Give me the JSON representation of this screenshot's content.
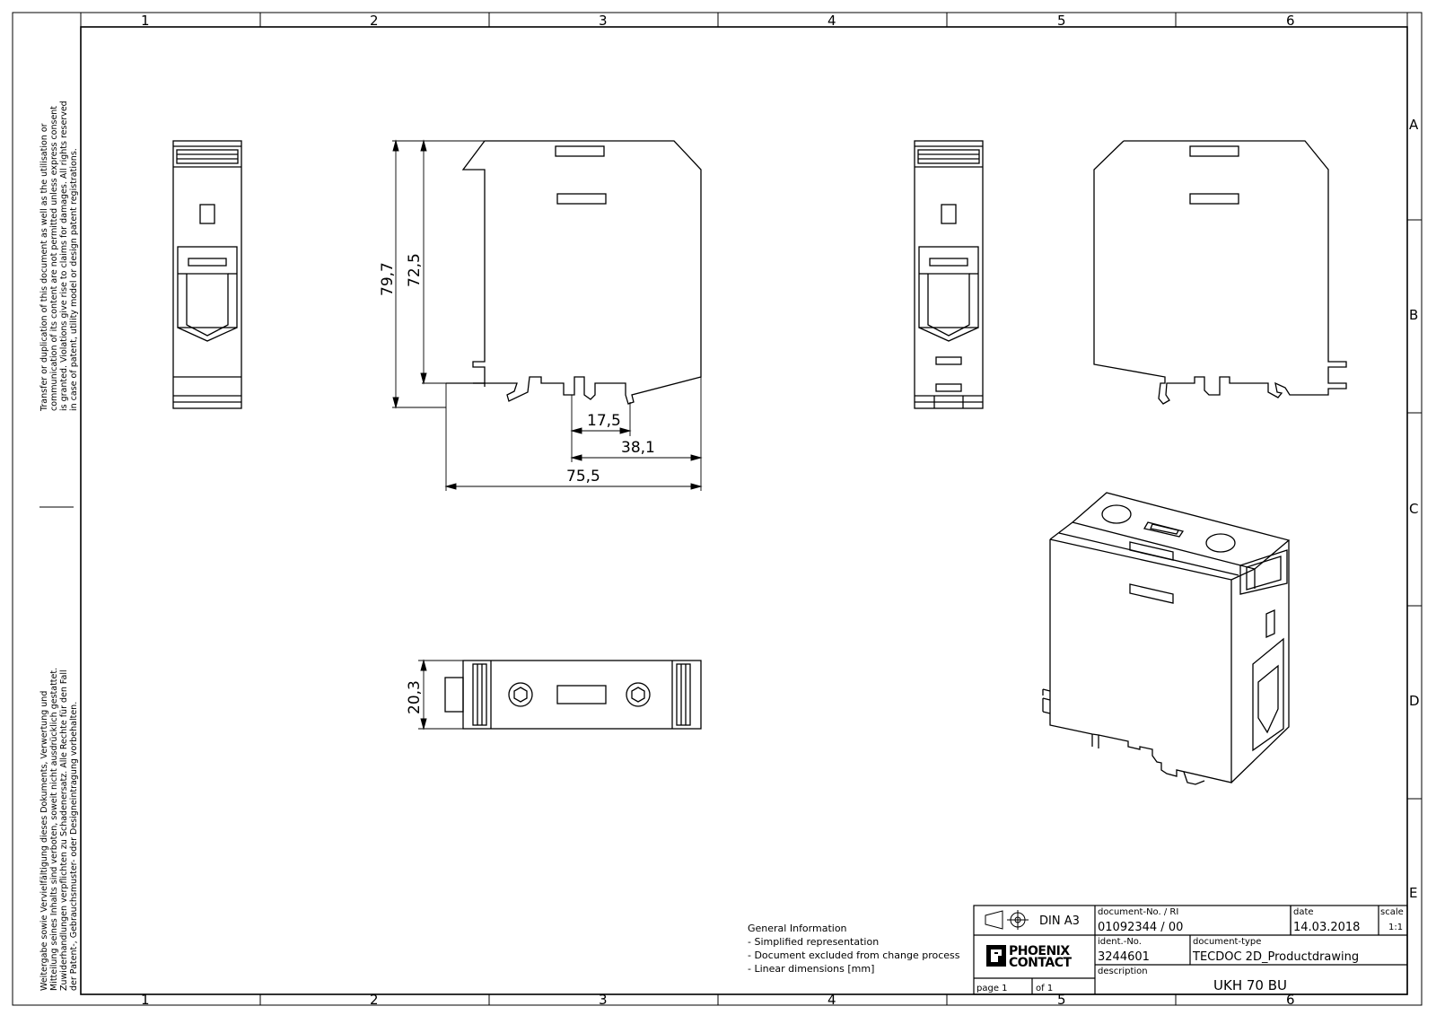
{
  "frame": {
    "columns": [
      "1",
      "2",
      "3",
      "4",
      "5",
      "6"
    ],
    "rows": [
      "A",
      "B",
      "C",
      "D",
      "E"
    ]
  },
  "legal_notice": {
    "en": [
      "Transfer or duplication of this document as well as the utilisation or",
      "communication of its content are not permitted unless express consent",
      "is granted. Violations give rise to claims for damages. All rights reserved",
      "in case of patent, utility model or design patent registrations."
    ],
    "de": [
      "Weitergabe sowie Vervielfältigung dieses Dokuments, Verwertung und",
      "Mitteilung seines Inhalts sind verboten, soweit nicht ausdrücklich gestattet.",
      "Zuwiderhandlungen verpflichten zu Schadenersatz. Alle Rechte für den Fall",
      "der Patent-, Gebrauchsmuster- oder Designeintragung vorbehalten."
    ]
  },
  "dimensions": {
    "height_total": "79,7",
    "height_inner": "72,5",
    "width_small": "17,5",
    "width_mid": "38,1",
    "width_total": "75,5",
    "depth": "20,3"
  },
  "general_info": {
    "title": "General Information",
    "items": [
      "- Simplified representation",
      "- Document excluded from change process",
      "- Linear dimensions [mm]"
    ]
  },
  "title_block": {
    "format": "DIN A3",
    "doc_no_label": "document-No. / RI",
    "doc_no_value": "01092344  / 00",
    "date_label": "date",
    "date_value": "14.03.2018",
    "scale_label": "scale",
    "scale_value": "1:1",
    "ident_label": "ident.-No.",
    "ident_value": "3244601",
    "doctype_label": "document-type",
    "doctype_value": "TECDOC 2D_Productdrawing",
    "description_label": "description",
    "description_value": "UKH 70 BU",
    "page_label": "page  1",
    "of_label": "of  1",
    "logo_line1": "PHOENIX",
    "logo_line2": "CONTACT"
  }
}
